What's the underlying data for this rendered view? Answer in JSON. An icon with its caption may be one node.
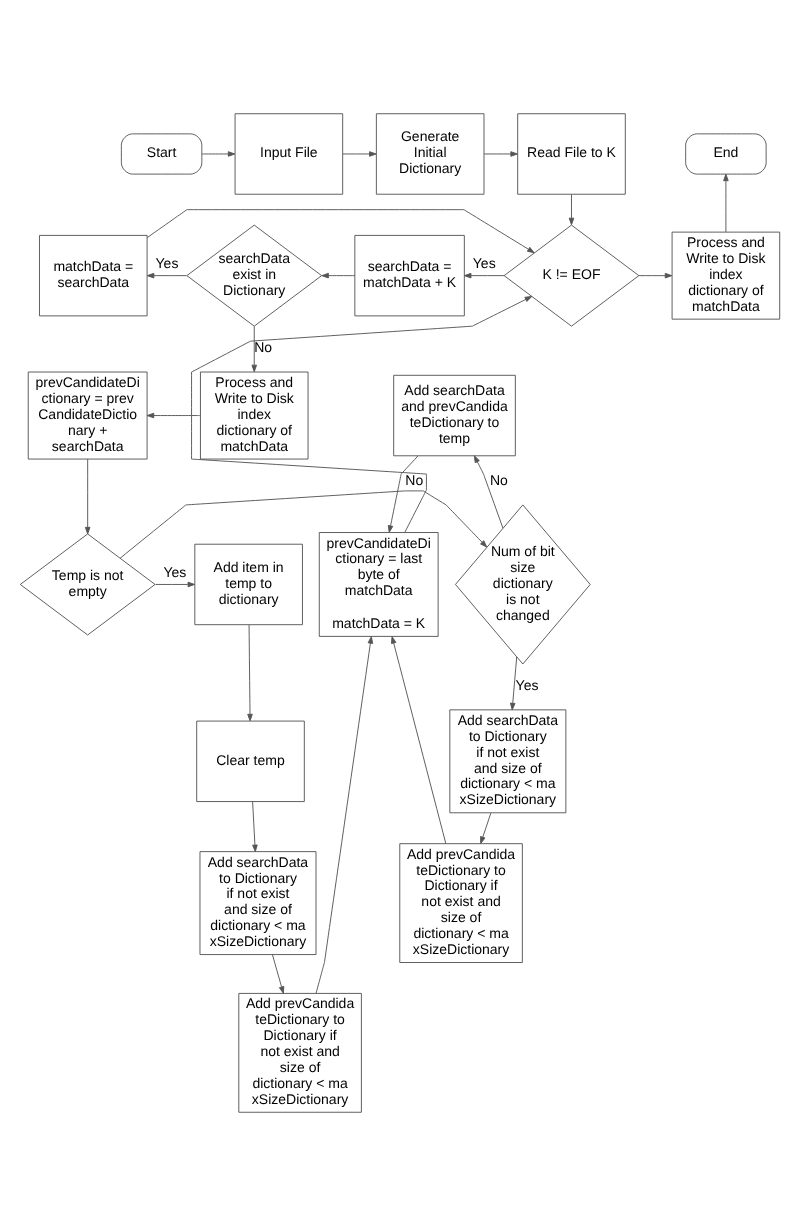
{
  "diagram": {
    "nodes": [
      {
        "text": [
          "Start"
        ]
      },
      {
        "text": [
          "Input File"
        ]
      },
      {
        "text": [
          "Generate Initial Dictionary"
        ]
      },
      {
        "text": [
          "Read File to K"
        ]
      },
      {
        "text": [
          "End"
        ]
      },
      {
        "text": [
          "matchData = searchData"
        ]
      },
      {
        "text": [
          "searchData exist in Dictionary"
        ]
      },
      {
        "text": [
          "searchData = matchData + K"
        ]
      },
      {
        "text": [
          "K != EOF"
        ]
      },
      {
        "text": [
          "Process and Write to Disk index dictionary of matchData"
        ]
      },
      {
        "text": [
          "Process and Write to Disk index dictionary of matchData"
        ]
      },
      {
        "text": [
          "prevCandidateDictionary = prevCandidateDictionary + searchData"
        ]
      },
      {
        "text": [
          "Add searchData and prevCandidateDictionary to temp"
        ]
      },
      {
        "text": [
          "Add item in temp to dictionary"
        ]
      },
      {
        "text": [
          "Temp is not empty"
        ]
      },
      {
        "text": [
          "Num of bit size dictionary is not changed"
        ]
      },
      {
        "text": [
          "prevCandidateDictionary = last byte of matchData",
          "matchData = K"
        ]
      },
      {
        "text": [
          "Clear temp"
        ]
      },
      {
        "text": [
          "Add searchData to Dictionary if not exist and size of dictionary < maxSizeDictionary"
        ]
      },
      {
        "text": [
          "Add searchData to Dictionary if not exist and size of dictionary < maxSizeDictionary"
        ]
      },
      {
        "text": [
          "Add prevCandidateDictionary to Dictionary if not exist and size of dictionary < maxSizeDictionary"
        ]
      },
      {
        "text": [
          "Add prevCandidateDictionary to Dictionary if not exist and size of dictionary < maxSizeDictionary"
        ]
      }
    ],
    "edges": [
      {
        "from": 0,
        "to": 1,
        "arrow": "to"
      },
      {
        "from": 1,
        "to": 2,
        "arrow": "to"
      },
      {
        "from": 2,
        "to": 3,
        "arrow": "to"
      },
      {
        "from": 3,
        "to": 8,
        "arrow": "to"
      },
      {
        "from": 6,
        "to": 5,
        "arrow": "to",
        "label": "Yes"
      },
      {
        "from": 8,
        "to": 10,
        "arrow": "to"
      },
      {
        "from": 10,
        "to": 4,
        "arrow": "to"
      },
      {
        "from": 7,
        "to": 6,
        "arrow": "to"
      },
      {
        "from": 8,
        "to": 7,
        "arrow": "to",
        "label": "Yes"
      },
      {
        "from": 6,
        "to": 9,
        "arrow": "to",
        "label": "No"
      },
      {
        "from": 5,
        "to": 8,
        "arrow": "to"
      },
      {
        "from": 9,
        "to": 11,
        "arrow": "to"
      },
      {
        "from": 11,
        "to": 14,
        "arrow": "to"
      },
      {
        "from": 14,
        "to": 13,
        "arrow": "to",
        "label": "Yes"
      },
      {
        "from": 14,
        "to": 15,
        "arrow": "to",
        "label": "No"
      },
      {
        "from": 15,
        "to": 12,
        "arrow": "to",
        "label": "No"
      },
      {
        "from": 15,
        "to": 18,
        "arrow": "to",
        "label": "Yes"
      },
      {
        "from": 12,
        "to": 16,
        "arrow": "to"
      },
      {
        "from": 16,
        "to": 8,
        "arrow": "to"
      },
      {
        "from": 13,
        "to": 17,
        "arrow": "to"
      },
      {
        "from": 17,
        "to": 19,
        "arrow": "to"
      },
      {
        "from": 19,
        "to": 21,
        "arrow": "to"
      },
      {
        "from": 21,
        "to": 16,
        "arrow": "to"
      },
      {
        "from": 18,
        "to": 20,
        "arrow": "to"
      },
      {
        "from": 20,
        "to": 16,
        "arrow": "to"
      }
    ]
  }
}
